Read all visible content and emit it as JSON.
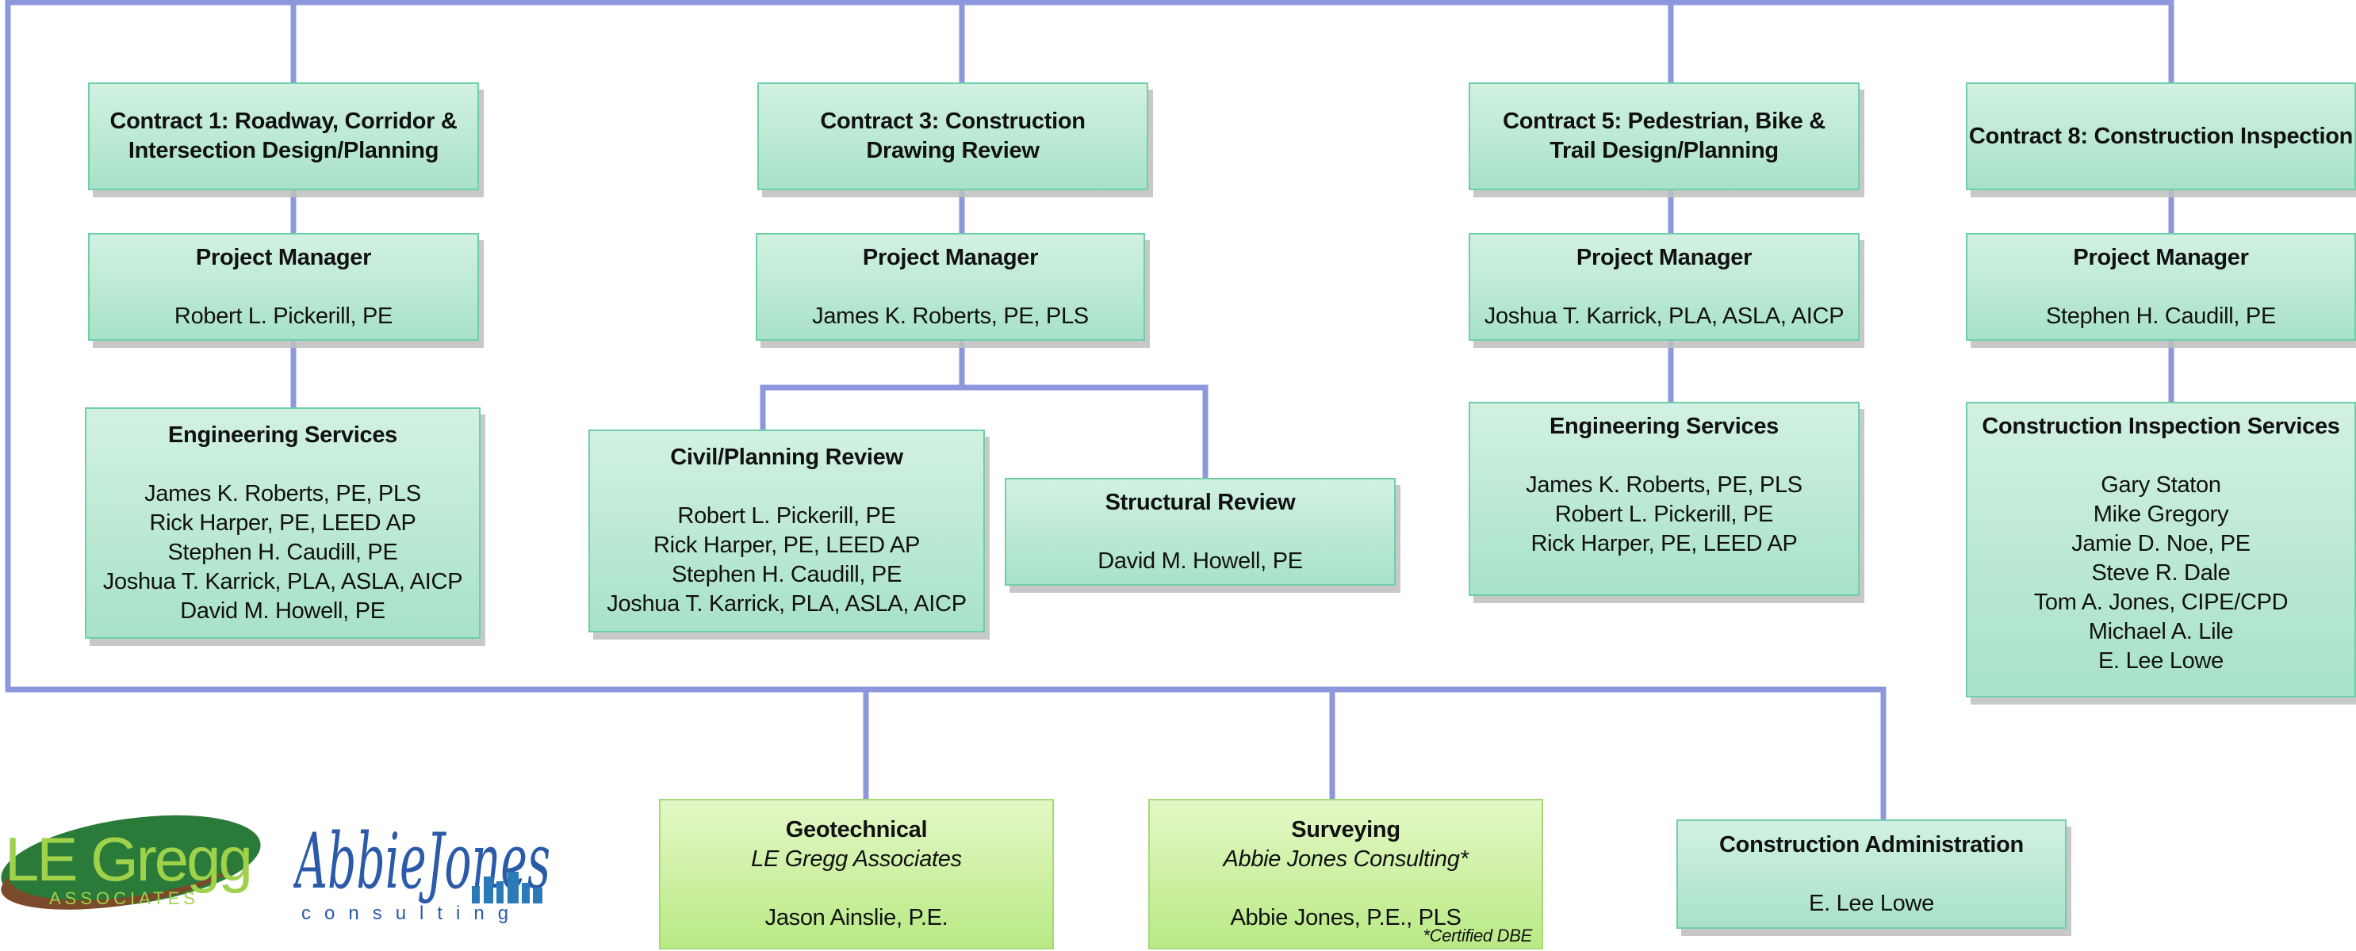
{
  "palette": {
    "connector": "#8c97de",
    "box_border": "#6fcfa9",
    "box_fill_top": "#d2f1e2",
    "box_fill_bottom": "#a8e2c8",
    "sub_border": "#a5d97a",
    "sub_fill_top": "#e4f8c6",
    "sub_fill_bottom": "#b9ea85"
  },
  "contracts": [
    {
      "title_lines": [
        "Contract 1: Roadway, Corridor &",
        "Intersection Design/Planning"
      ],
      "pm_label": "Project Manager",
      "pm_name": "Robert L. Pickerill, PE",
      "services": [
        {
          "title": "Engineering Services",
          "names": [
            "James K. Roberts, PE, PLS",
            "Rick Harper, PE, LEED AP",
            "Stephen H. Caudill, PE",
            "Joshua T. Karrick, PLA, ASLA, AICP",
            "David M. Howell, PE"
          ]
        }
      ]
    },
    {
      "title_lines": [
        "Contract 3: Construction",
        "Drawing Review"
      ],
      "pm_label": "Project Manager",
      "pm_name": "James K. Roberts, PE, PLS",
      "services": [
        {
          "title": "Civil/Planning Review",
          "names": [
            "Robert L. Pickerill, PE",
            "Rick Harper, PE, LEED AP",
            "Stephen H. Caudill, PE",
            "Joshua T. Karrick, PLA, ASLA, AICP"
          ]
        },
        {
          "title": "Structural Review",
          "names": [
            "David M. Howell, PE"
          ]
        }
      ]
    },
    {
      "title_lines": [
        "Contract 5: Pedestrian, Bike &",
        "Trail Design/Planning"
      ],
      "pm_label": "Project Manager",
      "pm_name": "Joshua T. Karrick, PLA, ASLA, AICP",
      "services": [
        {
          "title": "Engineering Services",
          "names": [
            "James K. Roberts, PE, PLS",
            "Robert L. Pickerill, PE",
            "Rick Harper, PE, LEED AP"
          ]
        }
      ]
    },
    {
      "title_lines": [
        "Contract 8: Construction Inspection"
      ],
      "pm_label": "Project Manager",
      "pm_name": "Stephen H. Caudill, PE",
      "services": [
        {
          "title": "Construction Inspection Services",
          "names": [
            "Gary Staton",
            "Mike Gregory",
            "Jamie D. Noe, PE",
            "Steve R. Dale",
            "Tom A. Jones, CIPE/CPD",
            "Michael A. Lile",
            "E. Lee Lowe"
          ]
        }
      ]
    }
  ],
  "support": [
    {
      "title": "Geotechnical",
      "firm": "LE Gregg Associates",
      "name": "Jason Ainslie, P.E.",
      "note": ""
    },
    {
      "title": "Surveying",
      "firm": "Abbie Jones Consulting*",
      "name": "Abbie Jones, P.E., PLS",
      "note": "*Certified DBE"
    },
    {
      "title": "Construction Administration",
      "firm": "",
      "name": "E. Lee Lowe",
      "note": ""
    }
  ],
  "logos": {
    "legregg": {
      "main": "LE Gregg",
      "sub": "ASSOCIATES"
    },
    "abbiejones": {
      "main": "AbbieJones",
      "sub": "consulting"
    }
  }
}
